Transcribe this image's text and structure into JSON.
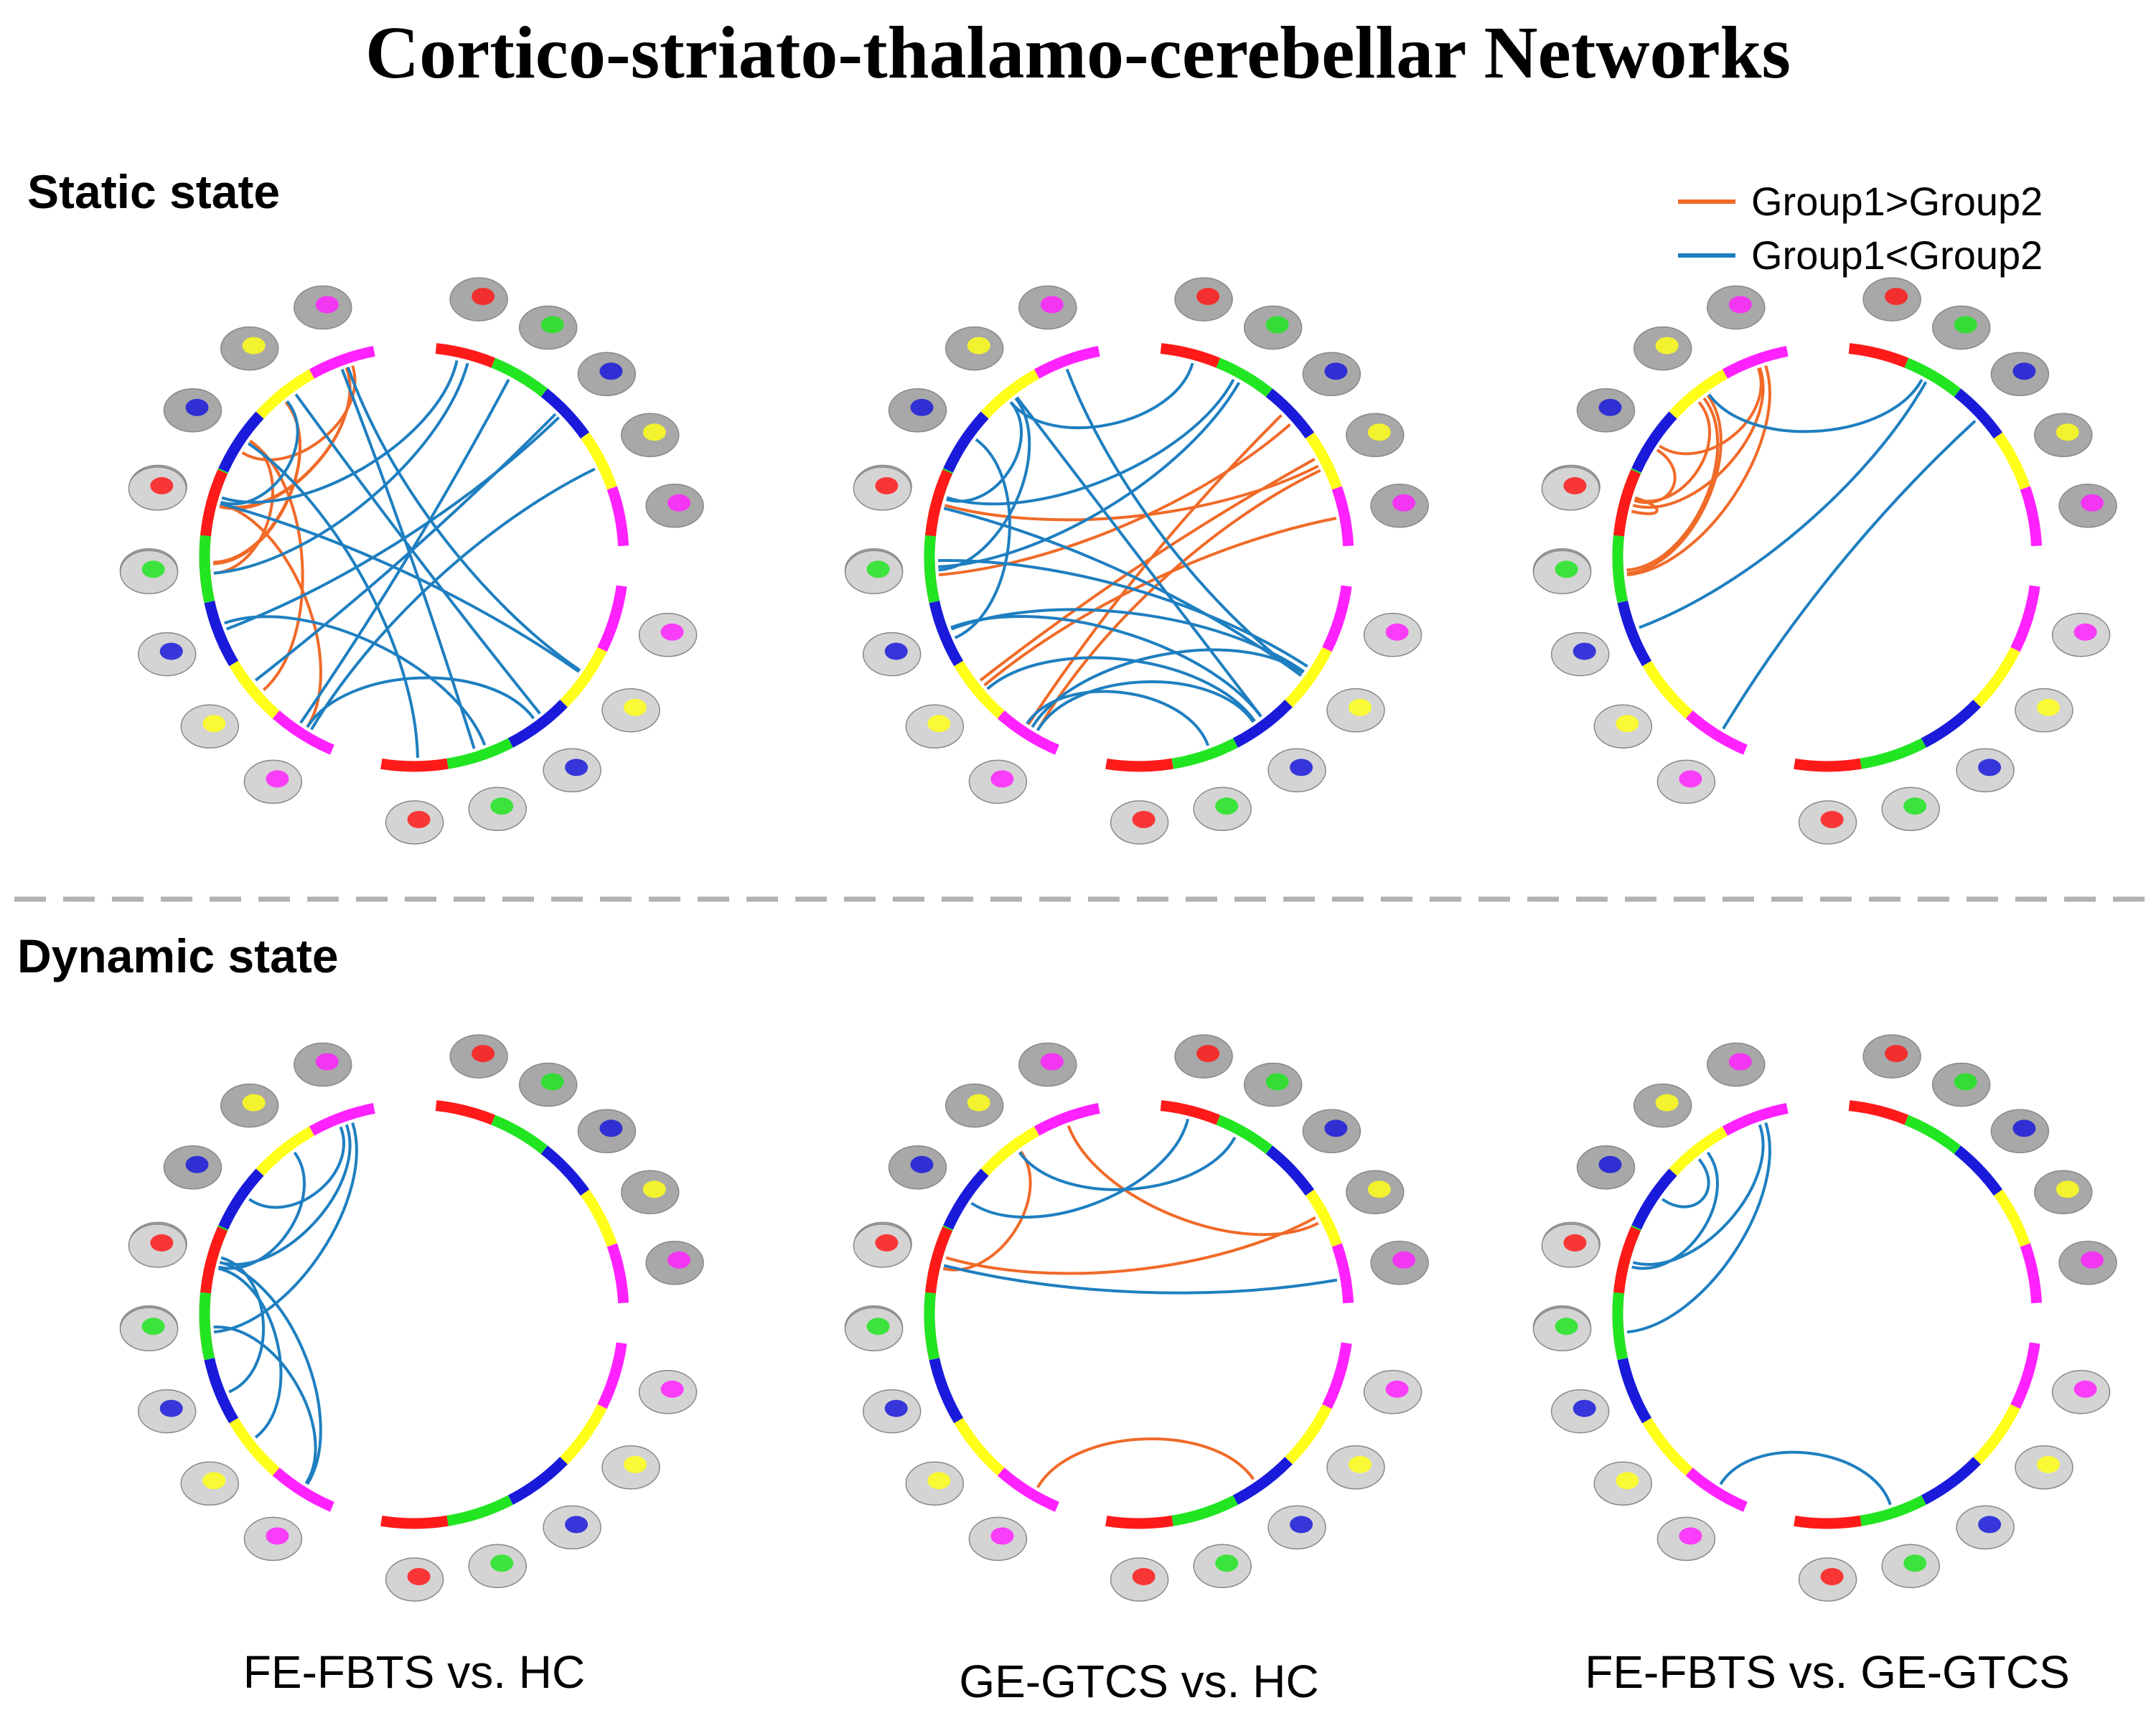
{
  "figure": {
    "title": "Cortico-striato-thalamo-cerebellar Networks",
    "sections": [
      "Static state",
      "Dynamic state"
    ],
    "columns": [
      "FE-FBTS vs. HC",
      "GE-GTCS vs. HC",
      "FE-FBTS vs. GE-GTCS"
    ],
    "legend": [
      {
        "label": "Group1>Group2",
        "color": "#f06a28"
      },
      {
        "label": "Group1<Group2",
        "color": "#1e7fc0"
      }
    ],
    "module_colors": [
      "#ff1a1a",
      "#22e522",
      "#1a1adb",
      "#ffff1a",
      "#ff22ff"
    ],
    "connection_colors": {
      "increase": "#f06a28",
      "decrease": "#1e7fc0"
    }
  },
  "chart_data": {
    "type": "chord",
    "quadrants": [
      "upper-left",
      "upper-right",
      "lower-right",
      "lower-left"
    ],
    "segments_per_quadrant": 5,
    "panels": [
      {
        "name": "static-fe-vs-hc",
        "connections": [
          {
            "from": [
              0,
              2
            ],
            "to": [
              0,
              4
            ],
            "kind": "increase"
          },
          {
            "from": [
              0,
              1
            ],
            "to": [
              0,
              4
            ],
            "kind": "increase"
          },
          {
            "from": [
              0,
              0
            ],
            "to": [
              0,
              3
            ],
            "kind": "increase"
          },
          {
            "from": [
              0,
              0
            ],
            "to": [
              0,
              2
            ],
            "kind": "increase"
          },
          {
            "from": [
              0,
              1
            ],
            "to": [
              3,
              4
            ],
            "kind": "increase"
          },
          {
            "from": [
              0,
              2
            ],
            "to": [
              3,
              3
            ],
            "kind": "increase"
          },
          {
            "from": [
              0,
              3
            ],
            "to": [
              3,
              1
            ],
            "kind": "increase"
          },
          {
            "from": [
              0,
              4
            ],
            "to": [
              3,
              0
            ],
            "kind": "increase"
          },
          {
            "from": [
              0,
              3
            ],
            "to": [
              2,
              2
            ],
            "kind": "decrease"
          },
          {
            "from": [
              0,
              4
            ],
            "to": [
              2,
              1
            ],
            "kind": "decrease"
          },
          {
            "from": [
              0,
              2
            ],
            "to": [
              2,
              0
            ],
            "kind": "decrease"
          },
          {
            "from": [
              1,
              1
            ],
            "to": [
              3,
              4
            ],
            "kind": "decrease"
          },
          {
            "from": [
              1,
              2
            ],
            "to": [
              3,
              2
            ],
            "kind": "decrease"
          },
          {
            "from": [
              1,
              3
            ],
            "to": [
              3,
              4
            ],
            "kind": "decrease"
          },
          {
            "from": [
              1,
              0
            ],
            "to": [
              0,
              1
            ],
            "kind": "decrease"
          },
          {
            "from": [
              3,
              4
            ],
            "to": [
              2,
              2
            ],
            "kind": "decrease"
          },
          {
            "from": [
              3,
              3
            ],
            "to": [
              1,
              2
            ],
            "kind": "decrease"
          },
          {
            "from": [
              3,
              1
            ],
            "to": [
              1,
              0
            ],
            "kind": "decrease"
          },
          {
            "from": [
              3,
              0
            ],
            "to": [
              2,
              3
            ],
            "kind": "decrease"
          },
          {
            "from": [
              3,
              2
            ],
            "to": [
              2,
              1
            ],
            "kind": "decrease"
          },
          {
            "from": [
              0,
              3
            ],
            "to": [
              3,
              0
            ],
            "kind": "decrease"
          },
          {
            "from": [
              0,
              4
            ],
            "to": [
              2,
              3
            ],
            "kind": "decrease"
          }
        ]
      },
      {
        "name": "static-ge-vs-hc",
        "connections": [
          {
            "from": [
              0,
              0
            ],
            "to": [
              1,
              2
            ],
            "kind": "increase"
          },
          {
            "from": [
              0,
              1
            ],
            "to": [
              1,
              3
            ],
            "kind": "increase"
          },
          {
            "from": [
              3,
              4
            ],
            "to": [
              1,
              2
            ],
            "kind": "increase"
          },
          {
            "from": [
              3,
              4
            ],
            "to": [
              1,
              3
            ],
            "kind": "increase"
          },
          {
            "from": [
              3,
              3
            ],
            "to": [
              1,
              4
            ],
            "kind": "increase"
          },
          {
            "from": [
              3,
              3
            ],
            "to": [
              1,
              3
            ],
            "kind": "increase"
          },
          {
            "from": [
              0,
              3
            ],
            "to": [
              0,
              1
            ],
            "kind": "decrease"
          },
          {
            "from": [
              0,
              3
            ],
            "to": [
              3,
              1
            ],
            "kind": "decrease"
          },
          {
            "from": [
              0,
              2
            ],
            "to": [
              3,
              2
            ],
            "kind": "decrease"
          },
          {
            "from": [
              0,
              4
            ],
            "to": [
              2,
              3
            ],
            "kind": "decrease"
          },
          {
            "from": [
              0,
              3
            ],
            "to": [
              2,
              2
            ],
            "kind": "decrease"
          },
          {
            "from": [
              1,
              1
            ],
            "to": [
              3,
              0
            ],
            "kind": "decrease"
          },
          {
            "from": [
              1,
              1
            ],
            "to": [
              3,
              1
            ],
            "kind": "decrease"
          },
          {
            "from": [
              1,
              0
            ],
            "to": [
              0,
              3
            ],
            "kind": "decrease"
          },
          {
            "from": [
              3,
              4
            ],
            "to": [
              2,
              2
            ],
            "kind": "decrease"
          },
          {
            "from": [
              3,
              4
            ],
            "to": [
              2,
              3
            ],
            "kind": "decrease"
          },
          {
            "from": [
              3,
              4
            ],
            "to": [
              2,
              1
            ],
            "kind": "decrease"
          },
          {
            "from": [
              3,
              3
            ],
            "to": [
              2,
              2
            ],
            "kind": "decrease"
          },
          {
            "from": [
              3,
              2
            ],
            "to": [
              2,
              3
            ],
            "kind": "decrease"
          },
          {
            "from": [
              3,
              1
            ],
            "to": [
              2,
              3
            ],
            "kind": "decrease"
          },
          {
            "from": [
              3,
              0
            ],
            "to": [
              2,
              3
            ],
            "kind": "decrease"
          },
          {
            "from": [
              3,
              2
            ],
            "to": [
              2,
              2
            ],
            "kind": "decrease"
          }
        ]
      },
      {
        "name": "static-fe-vs-ge",
        "connections": [
          {
            "from": [
              0,
              0
            ],
            "to": [
              0,
              4
            ],
            "kind": "increase"
          },
          {
            "from": [
              0,
              1
            ],
            "to": [
              0,
              4
            ],
            "kind": "increase"
          },
          {
            "from": [
              0,
              1
            ],
            "to": [
              0,
              3
            ],
            "kind": "increase"
          },
          {
            "from": [
              0,
              0
            ],
            "to": [
              0,
              3
            ],
            "kind": "increase"
          },
          {
            "from": [
              0,
              2
            ],
            "to": [
              0,
              4
            ],
            "kind": "increase"
          },
          {
            "from": [
              0,
              1
            ],
            "to": [
              3,
              0
            ],
            "kind": "increase"
          },
          {
            "from": [
              0,
              2
            ],
            "to": [
              3,
              0
            ],
            "kind": "increase"
          },
          {
            "from": [
              0,
              3
            ],
            "to": [
              3,
              1
            ],
            "kind": "increase"
          },
          {
            "from": [
              0,
              3
            ],
            "to": [
              1,
              1
            ],
            "kind": "decrease"
          },
          {
            "from": [
              3,
              4
            ],
            "to": [
              1,
              2
            ],
            "kind": "decrease"
          },
          {
            "from": [
              3,
              2
            ],
            "to": [
              1,
              1
            ],
            "kind": "decrease"
          }
        ]
      },
      {
        "name": "dynamic-fe-vs-hc",
        "connections": [
          {
            "from": [
              0,
              0
            ],
            "to": [
              0,
              4
            ],
            "kind": "decrease"
          },
          {
            "from": [
              0,
              1
            ],
            "to": [
              0,
              4
            ],
            "kind": "decrease"
          },
          {
            "from": [
              0,
              2
            ],
            "to": [
              0,
              4
            ],
            "kind": "decrease"
          },
          {
            "from": [
              0,
              1
            ],
            "to": [
              0,
              3
            ],
            "kind": "decrease"
          },
          {
            "from": [
              3,
              4
            ],
            "to": [
              3,
              0
            ],
            "kind": "decrease"
          },
          {
            "from": [
              3,
              3
            ],
            "to": [
              3,
              0
            ],
            "kind": "decrease"
          },
          {
            "from": [
              3,
              2
            ],
            "to": [
              3,
              0
            ],
            "kind": "decrease"
          },
          {
            "from": [
              3,
              4
            ],
            "to": [
              3,
              1
            ],
            "kind": "decrease"
          }
        ]
      },
      {
        "name": "dynamic-ge-vs-hc",
        "connections": [
          {
            "from": [
              0,
              1
            ],
            "to": [
              0,
              3
            ],
            "kind": "increase"
          },
          {
            "from": [
              0,
              4
            ],
            "to": [
              1,
              3
            ],
            "kind": "increase"
          },
          {
            "from": [
              3,
              0
            ],
            "to": [
              1,
              3
            ],
            "kind": "increase"
          },
          {
            "from": [
              3,
              4
            ],
            "to": [
              2,
              2
            ],
            "kind": "increase"
          },
          {
            "from": [
              0,
              2
            ],
            "to": [
              1,
              0
            ],
            "kind": "decrease"
          },
          {
            "from": [
              0,
              3
            ],
            "to": [
              1,
              1
            ],
            "kind": "decrease"
          },
          {
            "from": [
              0,
              1
            ],
            "to": [
              1,
              4
            ],
            "kind": "decrease"
          }
        ]
      },
      {
        "name": "dynamic-fe-vs-ge",
        "connections": [
          {
            "from": [
              0,
              0
            ],
            "to": [
              0,
              4
            ],
            "kind": "decrease"
          },
          {
            "from": [
              0,
              1
            ],
            "to": [
              0,
              4
            ],
            "kind": "decrease"
          },
          {
            "from": [
              0,
              2
            ],
            "to": [
              0,
              3
            ],
            "kind": "decrease"
          },
          {
            "from": [
              0,
              1
            ],
            "to": [
              0,
              3
            ],
            "kind": "decrease"
          },
          {
            "from": [
              3,
              4
            ],
            "to": [
              2,
              1
            ],
            "kind": "decrease"
          }
        ]
      }
    ]
  }
}
